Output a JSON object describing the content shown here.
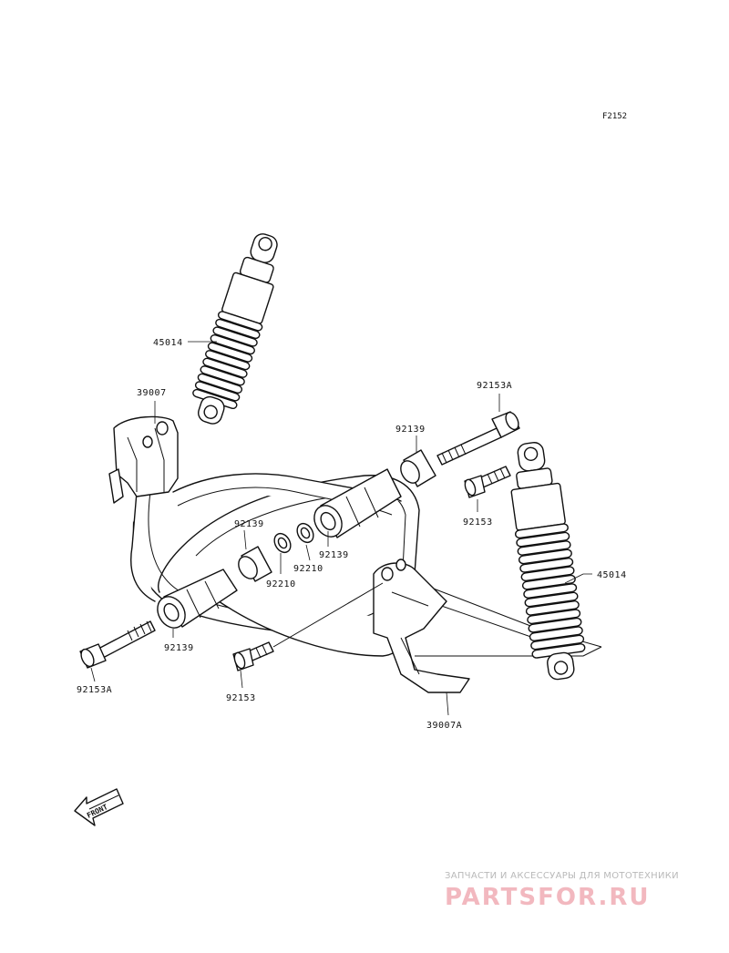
{
  "figure_id": "F2152",
  "parts": {
    "shock_top": "45014",
    "shock_right": "45014",
    "bracket_left": "39007",
    "bracket_right": "39007A",
    "bolt_top_right": "92153A",
    "bolt_bottom_left": "92153A",
    "bolt_mid_right": "92153",
    "bolt_bottom_mid": "92153",
    "bush_top": "92139",
    "bush_mid_right": "92139",
    "bush_mid_left": "92139",
    "bush_bottom": "92139",
    "washer_right": "92210",
    "washer_left": "92210"
  },
  "front_arrow": "FRONT",
  "watermark": {
    "tagline": "ЗАПЧАСТИ И АКСЕССУАРЫ ДЛЯ МОТОТЕХНИКИ",
    "brand": "PARTSFOR.RU"
  }
}
